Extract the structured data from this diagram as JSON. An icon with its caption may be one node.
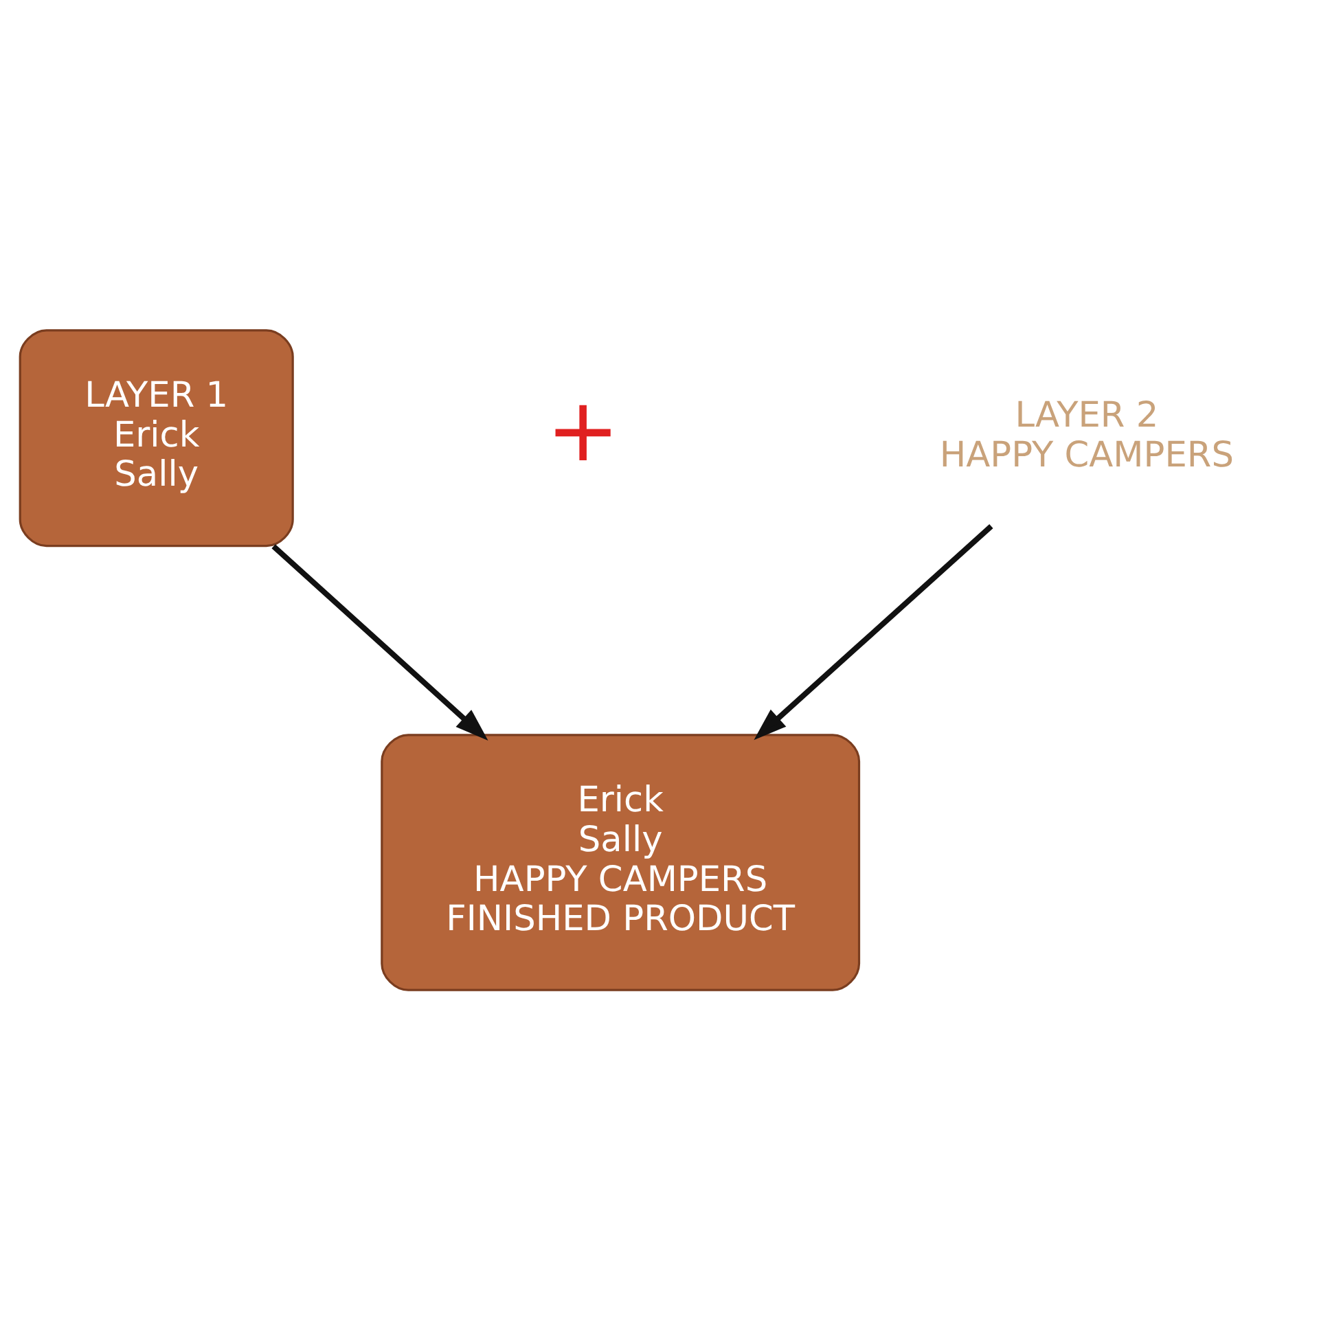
{
  "diagram": {
    "nodes": [
      {
        "text": [
          "LAYER 1",
          "Erick",
          "Sally"
        ]
      },
      {
        "text": [
          "LAYER 2",
          "HAPPY CAMPERS"
        ]
      },
      {
        "text": [
          "Erick",
          "Sally",
          "HAPPY CAMPERS",
          "FINISHED PRODUCT"
        ]
      }
    ],
    "edges": [
      {
        "from": 0,
        "to": 2,
        "arrow": "to"
      },
      {
        "from": 1,
        "to": 2,
        "arrow": "to"
      }
    ],
    "labels": [
      "+"
    ]
  }
}
